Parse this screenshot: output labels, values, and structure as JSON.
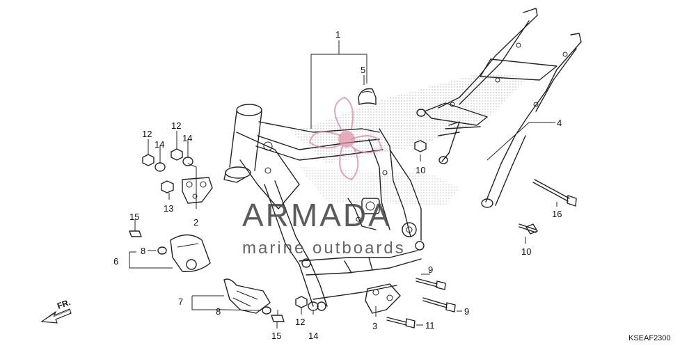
{
  "callouts": {
    "c1": "1",
    "c2": "2",
    "c3": "3",
    "c4": "4",
    "c5": "5",
    "c6": "6",
    "c7": "7",
    "c8a": "8",
    "c8b": "8",
    "c9a": "9",
    "c9b": "9",
    "c10a": "10",
    "c10b": "10",
    "c11": "11",
    "c12a": "12",
    "c12b": "12",
    "c12c": "12",
    "c13": "13",
    "c14a": "14",
    "c14b": "14",
    "c14c": "14",
    "c15a": "15",
    "c15b": "15",
    "c16": "16"
  },
  "direction_label": "FR.",
  "diagram_code": "KSEAF2300",
  "watermark": {
    "title": "ARMADA",
    "subtitle": "marine outboards",
    "color": "#d9869e"
  }
}
